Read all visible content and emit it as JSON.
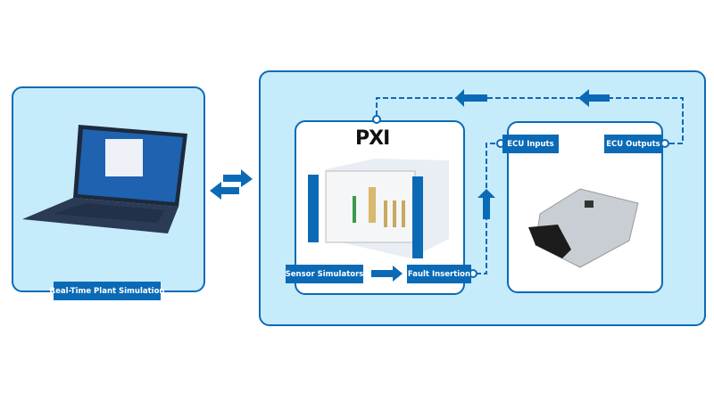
{
  "colors": {
    "accent": "#0a6ab6",
    "panel_bg": "#c6ebfb"
  },
  "left_panel": {
    "label": "Real-Time Plant Simulation",
    "image": "laptop-icon"
  },
  "pxi_panel": {
    "logo": "PXI",
    "image": "pxi-chassis-icon",
    "labels": {
      "sensor": "Sensor Simulators",
      "fault": "Fault Insertion"
    }
  },
  "ecu_panel": {
    "image": "ecu-module-icon",
    "labels": {
      "inputs": "ECU Inputs",
      "outputs": "ECU Outputs"
    }
  }
}
